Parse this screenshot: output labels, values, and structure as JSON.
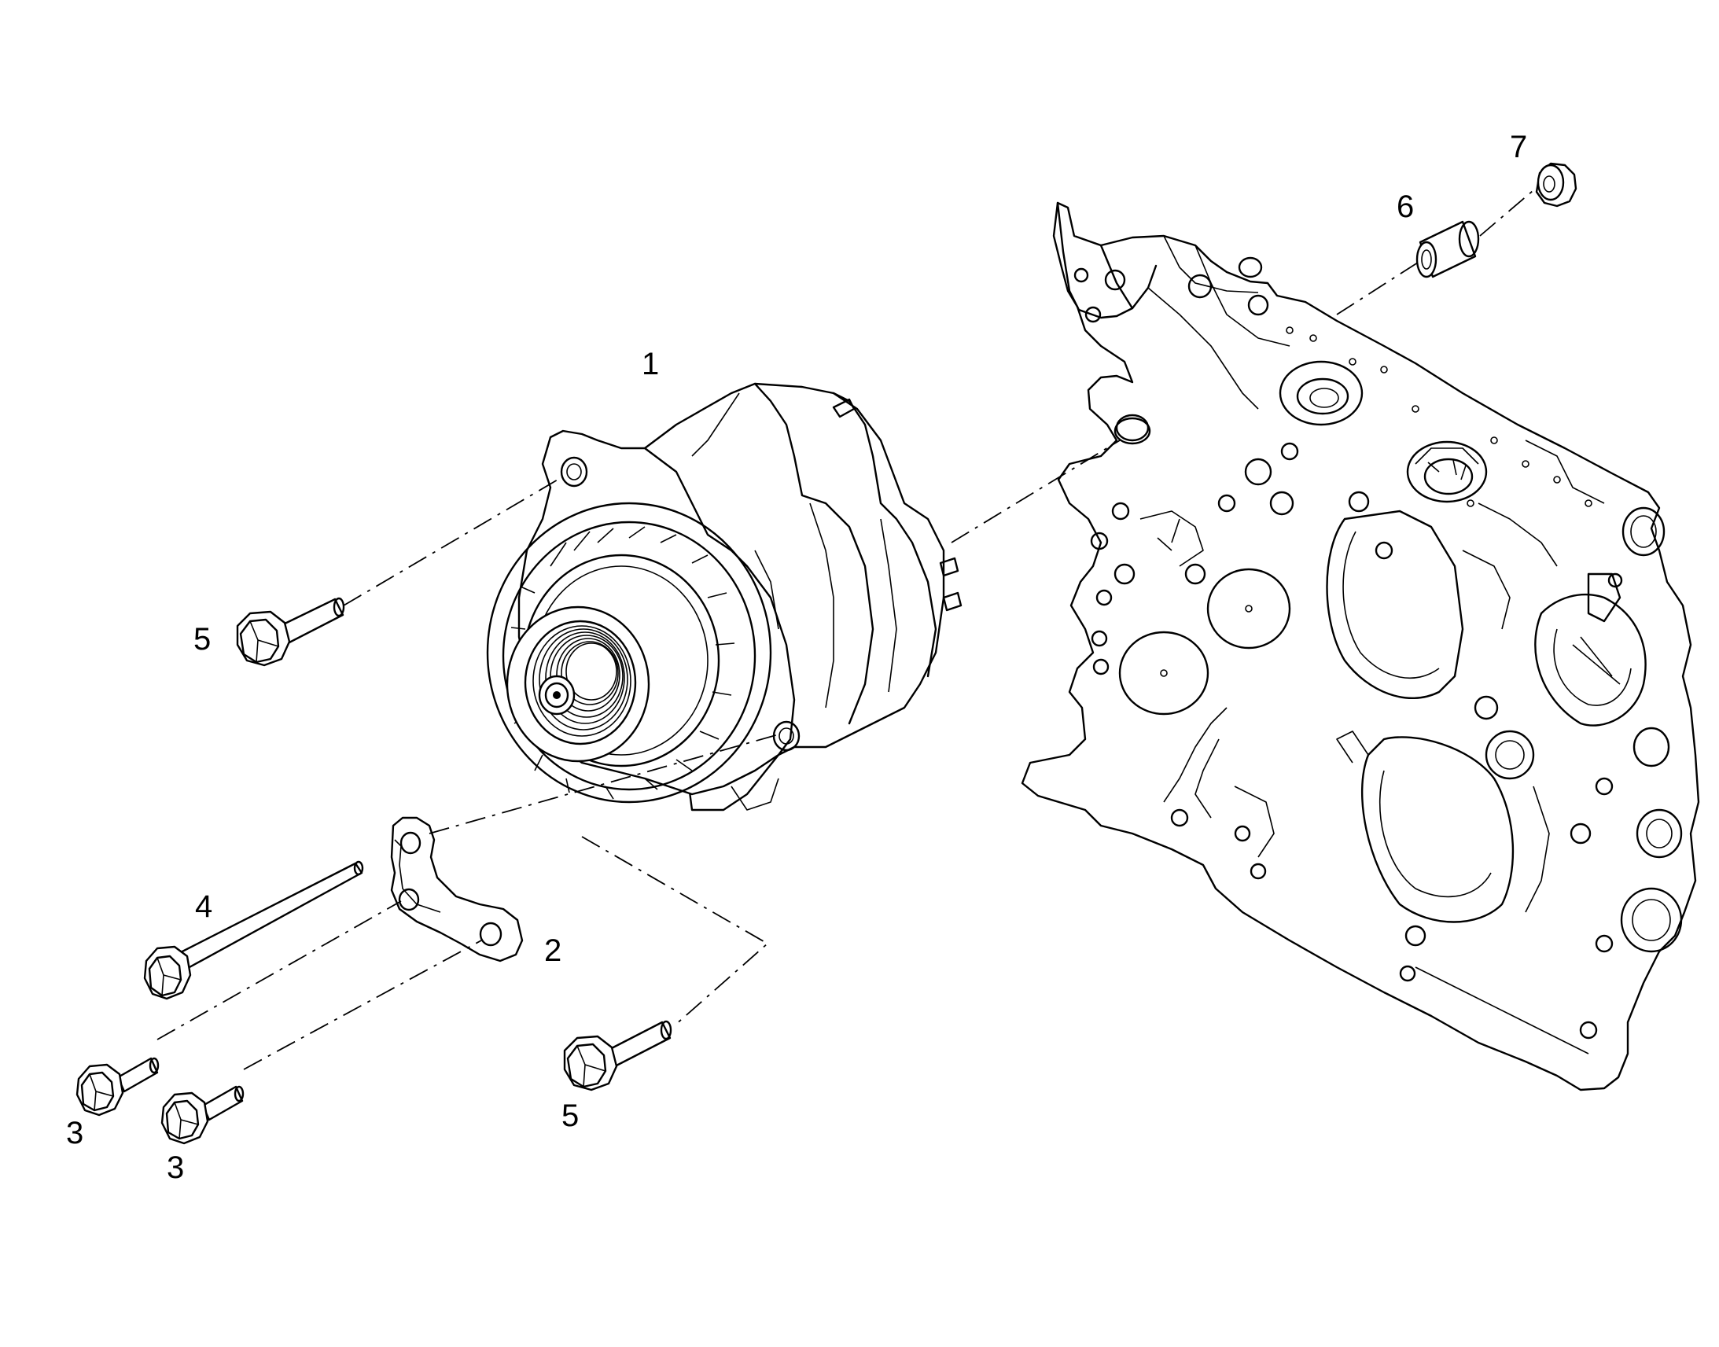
{
  "diagram": {
    "background": "#ffffff",
    "line_color": "#000000",
    "callouts": [
      {
        "id": "c1",
        "label": "1"
      },
      {
        "id": "c2",
        "label": "2"
      },
      {
        "id": "c3a",
        "label": "3"
      },
      {
        "id": "c3b",
        "label": "3"
      },
      {
        "id": "c4",
        "label": "4"
      },
      {
        "id": "c5a",
        "label": "5"
      },
      {
        "id": "c5b",
        "label": "5"
      },
      {
        "id": "c6",
        "label": "6"
      },
      {
        "id": "c7",
        "label": "7"
      }
    ]
  }
}
